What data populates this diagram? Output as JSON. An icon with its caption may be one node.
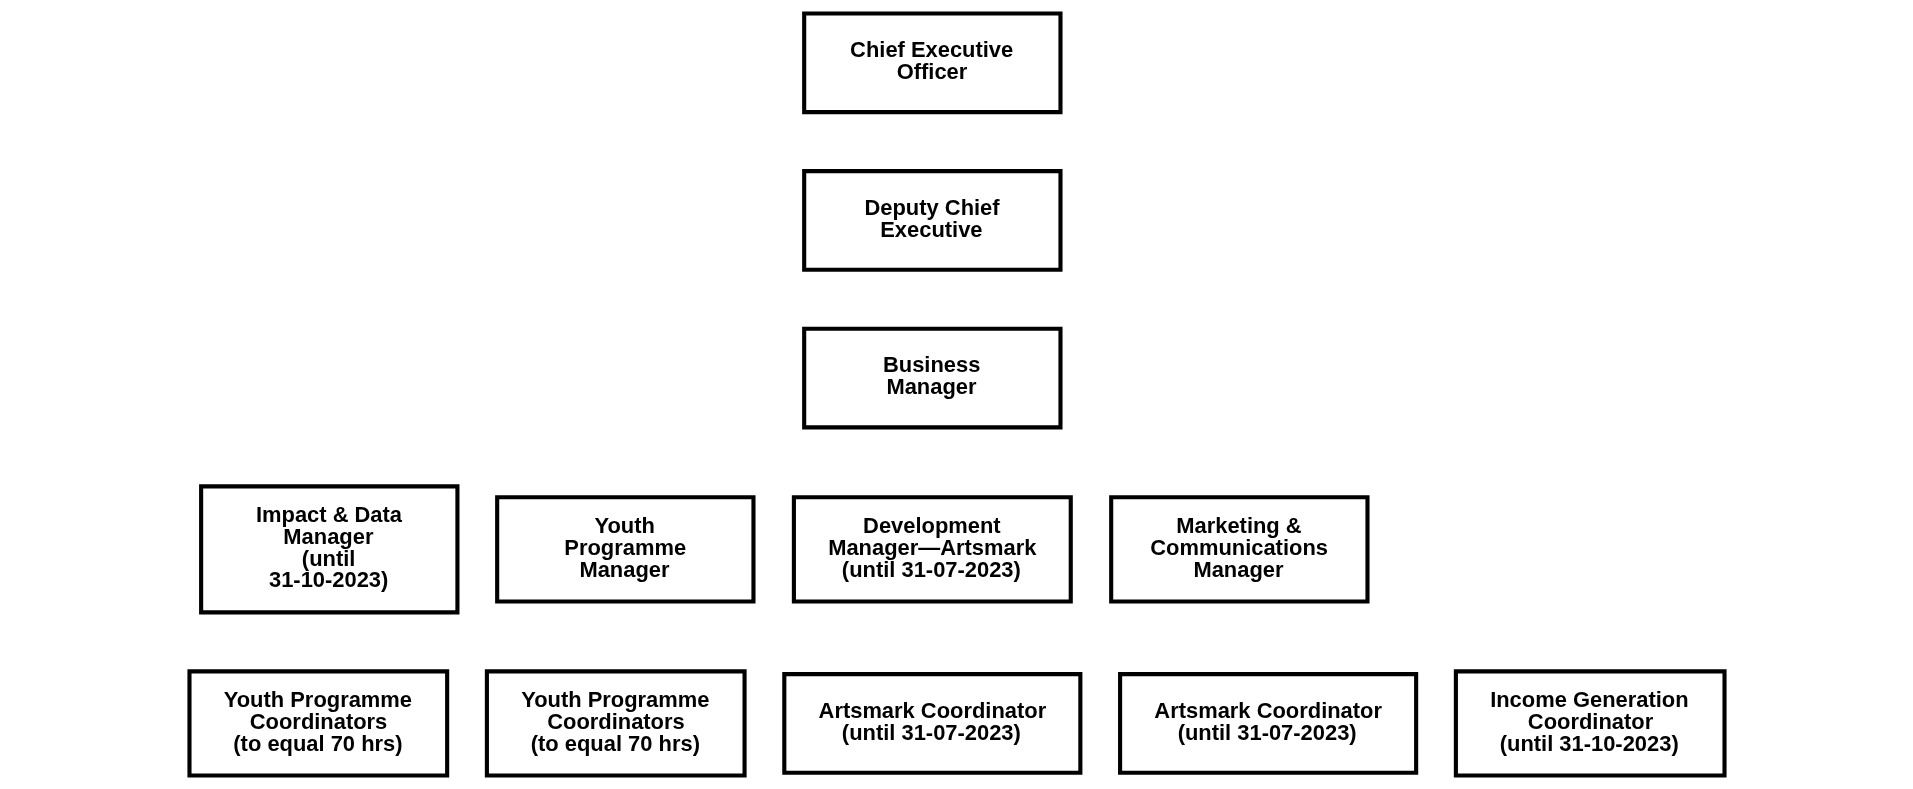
{
  "diagram": {
    "nodes": [
      {
        "text": [
          "Chief Executive Officer"
        ]
      },
      {
        "text": [
          "Deputy Chief Executive"
        ]
      },
      {
        "text": [
          "Business Manager"
        ]
      },
      {
        "text": [
          "Impact & Data Manager",
          "(until 31-10-2023)"
        ]
      },
      {
        "text": [
          "Youth Programme Manager"
        ]
      },
      {
        "text": [
          "Development Manager—Artsmark",
          "(until 31-07-2023)"
        ]
      },
      {
        "text": [
          "Marketing & Communications Manager"
        ]
      },
      {
        "text": [
          "Youth Programme Coordinators",
          "(to equal 70 hrs)"
        ]
      },
      {
        "text": [
          "Youth Programme Coordinators",
          "(to equal 70 hrs)"
        ]
      },
      {
        "text": [
          "Artsmark Coordinator",
          "(until 31-07-2023)"
        ]
      },
      {
        "text": [
          "Artsmark Coordinator",
          "(until 31-07-2023)"
        ]
      },
      {
        "text": [
          "Income Generation Coordinator",
          "(until 31-10-2023)"
        ]
      }
    ]
  }
}
